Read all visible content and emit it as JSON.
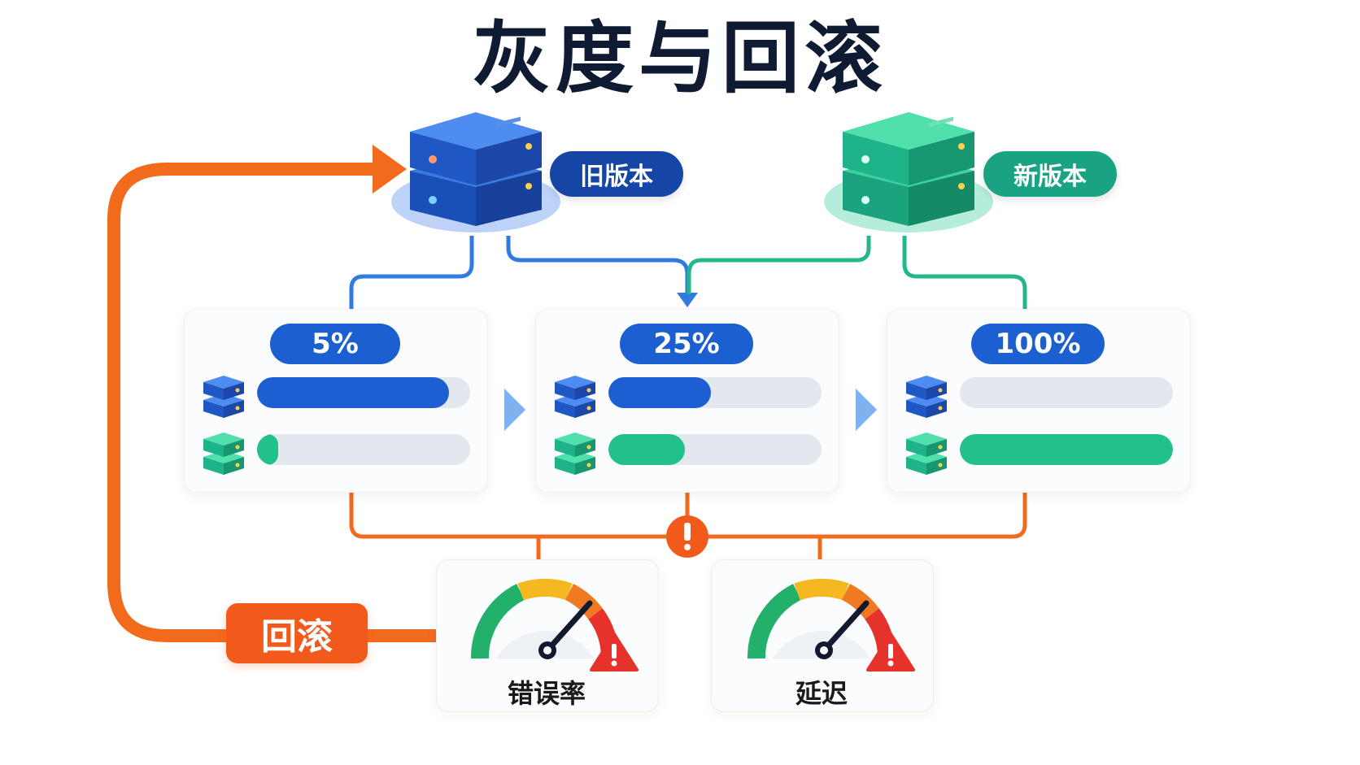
{
  "title": "灰度与回滚",
  "versions": {
    "old_label": "旧版本",
    "new_label": "新版本"
  },
  "stages": [
    {
      "label": "5%",
      "old_share": 0.9,
      "new_share": 0.07
    },
    {
      "label": "25%",
      "old_share": 0.48,
      "new_share": 0.36
    },
    {
      "label": "100%",
      "old_share": 0.0,
      "new_share": 1.0
    }
  ],
  "metrics": [
    {
      "label": "错误率",
      "warning_icon": "warning-triangle-icon"
    },
    {
      "label": "延迟",
      "warning_icon": "warning-triangle-icon"
    }
  ],
  "rollback_label": "回滚",
  "alert_icon": "exclamation-circle-icon",
  "colors": {
    "old": "#1546a6",
    "new": "#1aa383",
    "alert": "#f25a1c",
    "old_link": "#2f7be0",
    "new_link": "#22b78d"
  }
}
